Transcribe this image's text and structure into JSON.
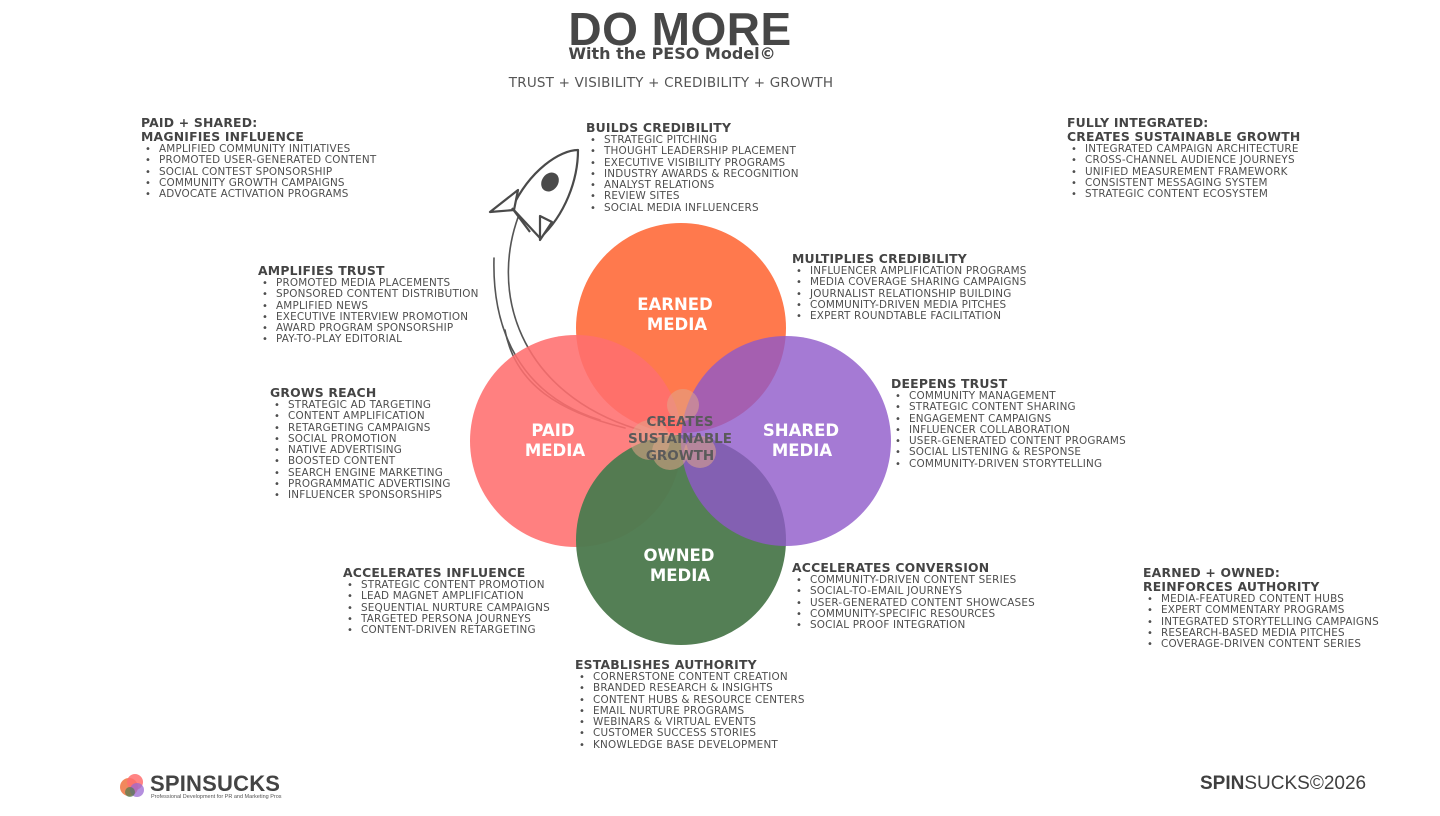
{
  "header": {
    "title": "DO MORE",
    "subtitle": "With the PESO Model©",
    "tagline": "TRUST + VISIBILITY + CREDIBILITY + GROWTH"
  },
  "circles": {
    "earned": {
      "line1": "EARNED",
      "line2": "MEDIA",
      "color": "#FF6F3F"
    },
    "paid": {
      "line1": "PAID",
      "line2": "MEDIA",
      "color": "#FF6E6E"
    },
    "shared": {
      "line1": "SHARED",
      "line2": "MEDIA",
      "color": "#9B6AD3"
    },
    "owned": {
      "line1": "OWNED",
      "line2": "MEDIA",
      "color": "#4E7B4F"
    },
    "center": {
      "line1": "CREATES",
      "line2": "SUSTAINABLE",
      "line3": "GROWTH"
    }
  },
  "blocks": {
    "paid_shared": {
      "title1": "PAID + SHARED:",
      "title2": "MAGNIFIES INFLUENCE",
      "items": [
        "AMPLIFIED COMMUNITY INITIATIVES",
        "PROMOTED USER-GENERATED CONTENT",
        "SOCIAL CONTEST SPONSORSHIP",
        "COMMUNITY GROWTH CAMPAIGNS",
        "ADVOCATE ACTIVATION PROGRAMS"
      ]
    },
    "builds_credibility": {
      "title1": "BUILDS CREDIBILITY",
      "items": [
        "STRATEGIC PITCHING",
        "THOUGHT LEADERSHIP PLACEMENT",
        "EXECUTIVE VISIBILITY PROGRAMS",
        "INDUSTRY AWARDS & RECOGNITION",
        "ANALYST RELATIONS",
        "REVIEW SITES",
        "SOCIAL MEDIA INFLUENCERS"
      ]
    },
    "fully_integrated": {
      "title1": "FULLY INTEGRATED:",
      "title2": "CREATES SUSTAINABLE GROWTH",
      "items": [
        "INTEGRATED CAMPAIGN ARCHITECTURE",
        "CROSS-CHANNEL AUDIENCE JOURNEYS",
        "UNIFIED MEASUREMENT FRAMEWORK",
        "CONSISTENT MESSAGING SYSTEM",
        "STRATEGIC CONTENT ECOSYSTEM"
      ]
    },
    "amplifies_trust": {
      "title1": "AMPLIFIES TRUST",
      "items": [
        "PROMOTED MEDIA PLACEMENTS",
        "SPONSORED CONTENT DISTRIBUTION",
        "AMPLIFIED NEWS",
        "EXECUTIVE INTERVIEW PROMOTION",
        "AWARD PROGRAM SPONSORSHIP",
        "PAY-TO-PLAY EDITORIAL"
      ]
    },
    "multiplies_credibility": {
      "title1": "MULTIPLIES CREDIBILITY",
      "items": [
        "INFLUENCER AMPLIFICATION PROGRAMS",
        "MEDIA COVERAGE SHARING CAMPAIGNS",
        "JOURNALIST RELATIONSHIP BUILDING",
        "COMMUNITY-DRIVEN MEDIA PITCHES",
        "EXPERT ROUNDTABLE FACILITATION"
      ]
    },
    "grows_reach": {
      "title1": "GROWS REACH",
      "items": [
        "STRATEGIC AD TARGETING",
        "CONTENT AMPLIFICATION",
        "RETARGETING CAMPAIGNS",
        "SOCIAL PROMOTION",
        "NATIVE ADVERTISING",
        "BOOSTED CONTENT",
        "SEARCH ENGINE MARKETING",
        "PROGRAMMATIC ADVERTISING",
        "INFLUENCER SPONSORSHIPS"
      ]
    },
    "deepens_trust": {
      "title1": "DEEPENS TRUST",
      "items": [
        "COMMUNITY MANAGEMENT",
        "STRATEGIC CONTENT SHARING",
        "ENGAGEMENT CAMPAIGNS",
        "INFLUENCER COLLABORATION",
        "USER-GENERATED CONTENT PROGRAMS",
        "SOCIAL LISTENING & RESPONSE",
        "COMMUNITY-DRIVEN STORYTELLING"
      ]
    },
    "accelerates_influence": {
      "title1": "ACCELERATES INFLUENCE",
      "items": [
        "STRATEGIC CONTENT PROMOTION",
        "LEAD MAGNET AMPLIFICATION",
        "SEQUENTIAL NURTURE CAMPAIGNS",
        "TARGETED PERSONA JOURNEYS",
        "CONTENT-DRIVEN RETARGETING"
      ]
    },
    "accelerates_conversion": {
      "title1": "ACCELERATES CONVERSION",
      "items": [
        "COMMUNITY-DRIVEN CONTENT SERIES",
        "SOCIAL-TO-EMAIL JOURNEYS",
        "USER-GENERATED CONTENT SHOWCASES",
        "COMMUNITY-SPECIFIC RESOURCES",
        "SOCIAL PROOF INTEGRATION"
      ]
    },
    "earned_owned": {
      "title1": "EARNED + OWNED:",
      "title2": "REINFORCES AUTHORITY",
      "items": [
        "MEDIA-FEATURED CONTENT HUBS",
        "EXPERT COMMENTARY PROGRAMS",
        "INTEGRATED STORYTELLING CAMPAIGNS",
        "RESEARCH-BASED MEDIA PITCHES",
        "COVERAGE-DRIVEN CONTENT SERIES"
      ]
    },
    "establishes_authority": {
      "title1": "ESTABLISHES  AUTHORITY",
      "items": [
        "CORNERSTONE CONTENT CREATION",
        "BRANDED RESEARCH & INSIGHTS",
        "CONTENT HUBS & RESOURCE CENTERS",
        "EMAIL NURTURE PROGRAMS",
        "WEBINARS & VIRTUAL EVENTS",
        "CUSTOMER SUCCESS STORIES",
        "KNOWLEDGE BASE DEVELOPMENT"
      ]
    }
  },
  "footer": {
    "logo_text": "SPINSUCKS",
    "logo_tagline": "Professional Development for PR and Marketing Pros",
    "copyright_bold": "SPIN",
    "copyright_rest": "SUCKS©2026"
  }
}
